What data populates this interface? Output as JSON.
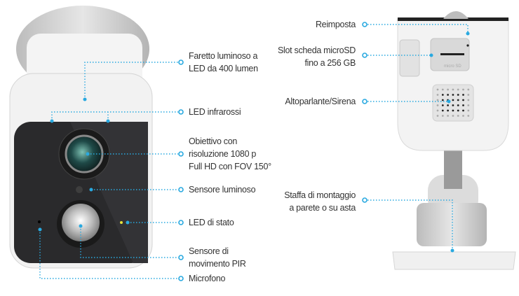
{
  "colors": {
    "leader": "#29a9e0",
    "face": "#2a2a2c",
    "status_led": "#e6e23a"
  },
  "front_labels": {
    "spotlight": "Faretto luminoso a\nLED da 400 lumen",
    "infrared": "LED infrarossi",
    "lens": "Obiettivo con\nrisoluzione 1080 p\nFull HD con FOV 150°",
    "light_sensor": "Sensore luminoso",
    "status_led": "LED di stato",
    "pir": "Sensore di\nmovimento PIR",
    "microphone": "Microfono"
  },
  "back_labels": {
    "reset": "Reimposta",
    "microsd": "Slot scheda microSD\nfino a 256 GB",
    "speaker": "Altoparlante/Sirena",
    "mount": "Staffa di montaggio\na parete o su asta"
  },
  "sd_marking": "micro SD"
}
